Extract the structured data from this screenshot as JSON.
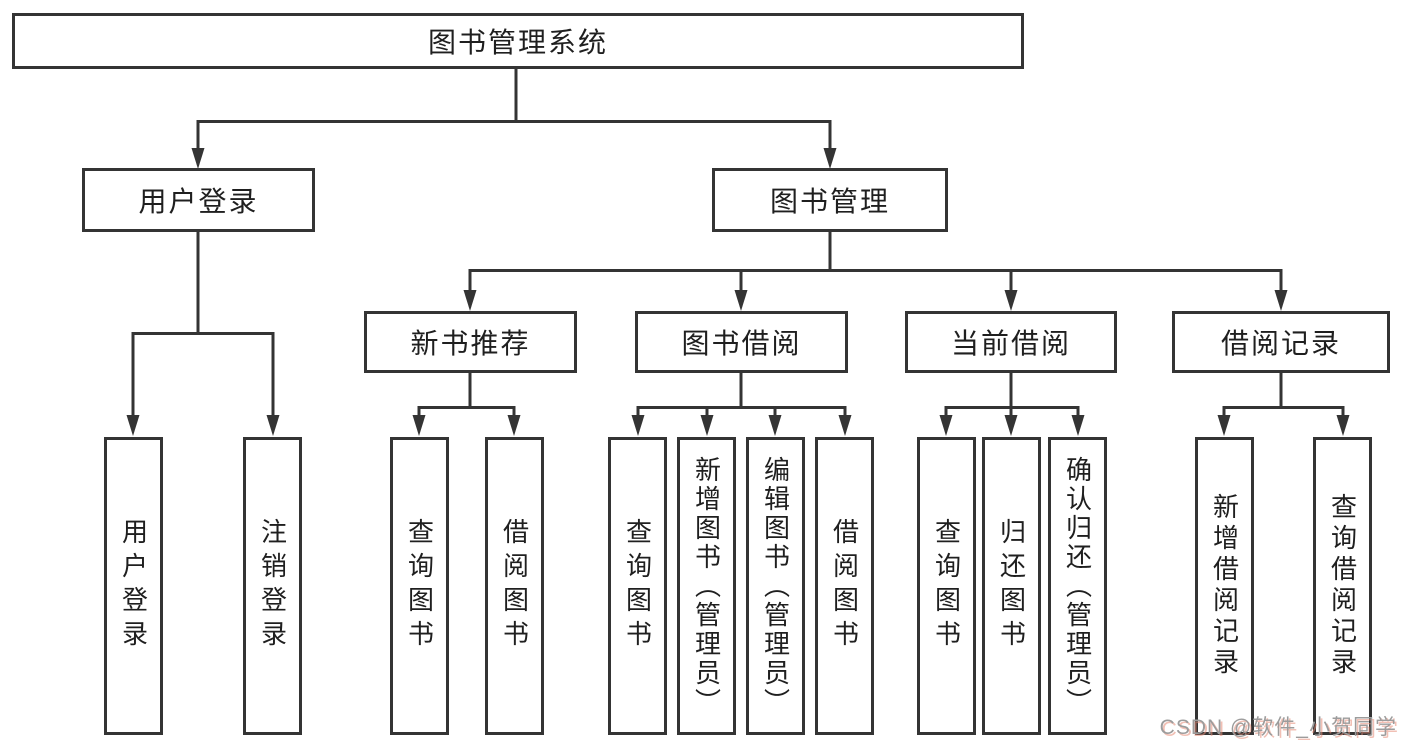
{
  "diagram_title": "图书管理系统",
  "tree": {
    "root": "图书管理系统",
    "children": [
      {
        "label": "用户登录",
        "children": [
          "用户登录",
          "注销登录"
        ]
      },
      {
        "label": "图书管理",
        "children": [
          {
            "label": "新书推荐",
            "children": [
              "查询图书",
              "借阅图书"
            ]
          },
          {
            "label": "图书借阅",
            "children": [
              "查询图书",
              "新增图书（管理员）",
              "编辑图书（管理员）",
              "借阅图书"
            ]
          },
          {
            "label": "当前借阅",
            "children": [
              "查询图书",
              "归还图书",
              "确认归还（管理员）"
            ]
          },
          {
            "label": "借阅记录",
            "children": [
              "新增借阅记录",
              "查询借阅记录"
            ]
          }
        ]
      }
    ]
  },
  "watermark": "CSDN @软件_小贺同学",
  "colors": {
    "line": "#343434",
    "box_border": "#343434",
    "box_fill": "#ffffff",
    "text": "#1f1f1f",
    "watermark_gray": "#9c9c9c",
    "watermark_shadow_red": "#e68c78"
  }
}
